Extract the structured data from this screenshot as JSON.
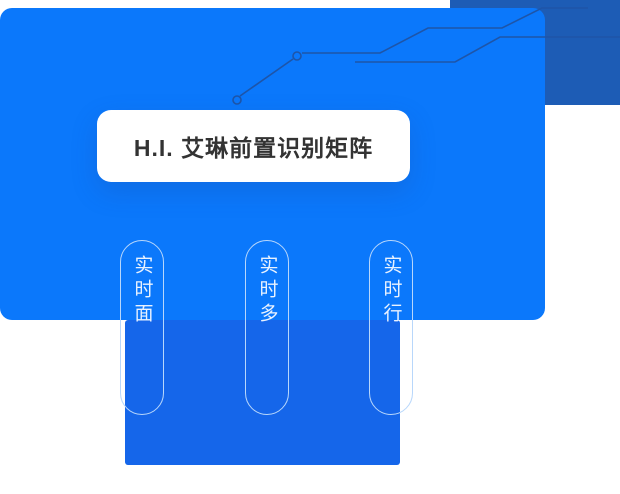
{
  "hero": {
    "title": "H.I. 艾琳前置识别矩阵"
  },
  "feature_pills": [
    {
      "label": "实时面"
    },
    {
      "label": "实时多"
    },
    {
      "label": "实时行"
    }
  ],
  "colors": {
    "primary_blue": "#0b78fb",
    "dark_blue": "#1d5cb5",
    "panel_blue": "#1566ea",
    "circuit_line": "#1e55a8",
    "pill_outline": "#b8d7fb",
    "pill_text": "#e8f2ff",
    "card_text": "#333333"
  }
}
